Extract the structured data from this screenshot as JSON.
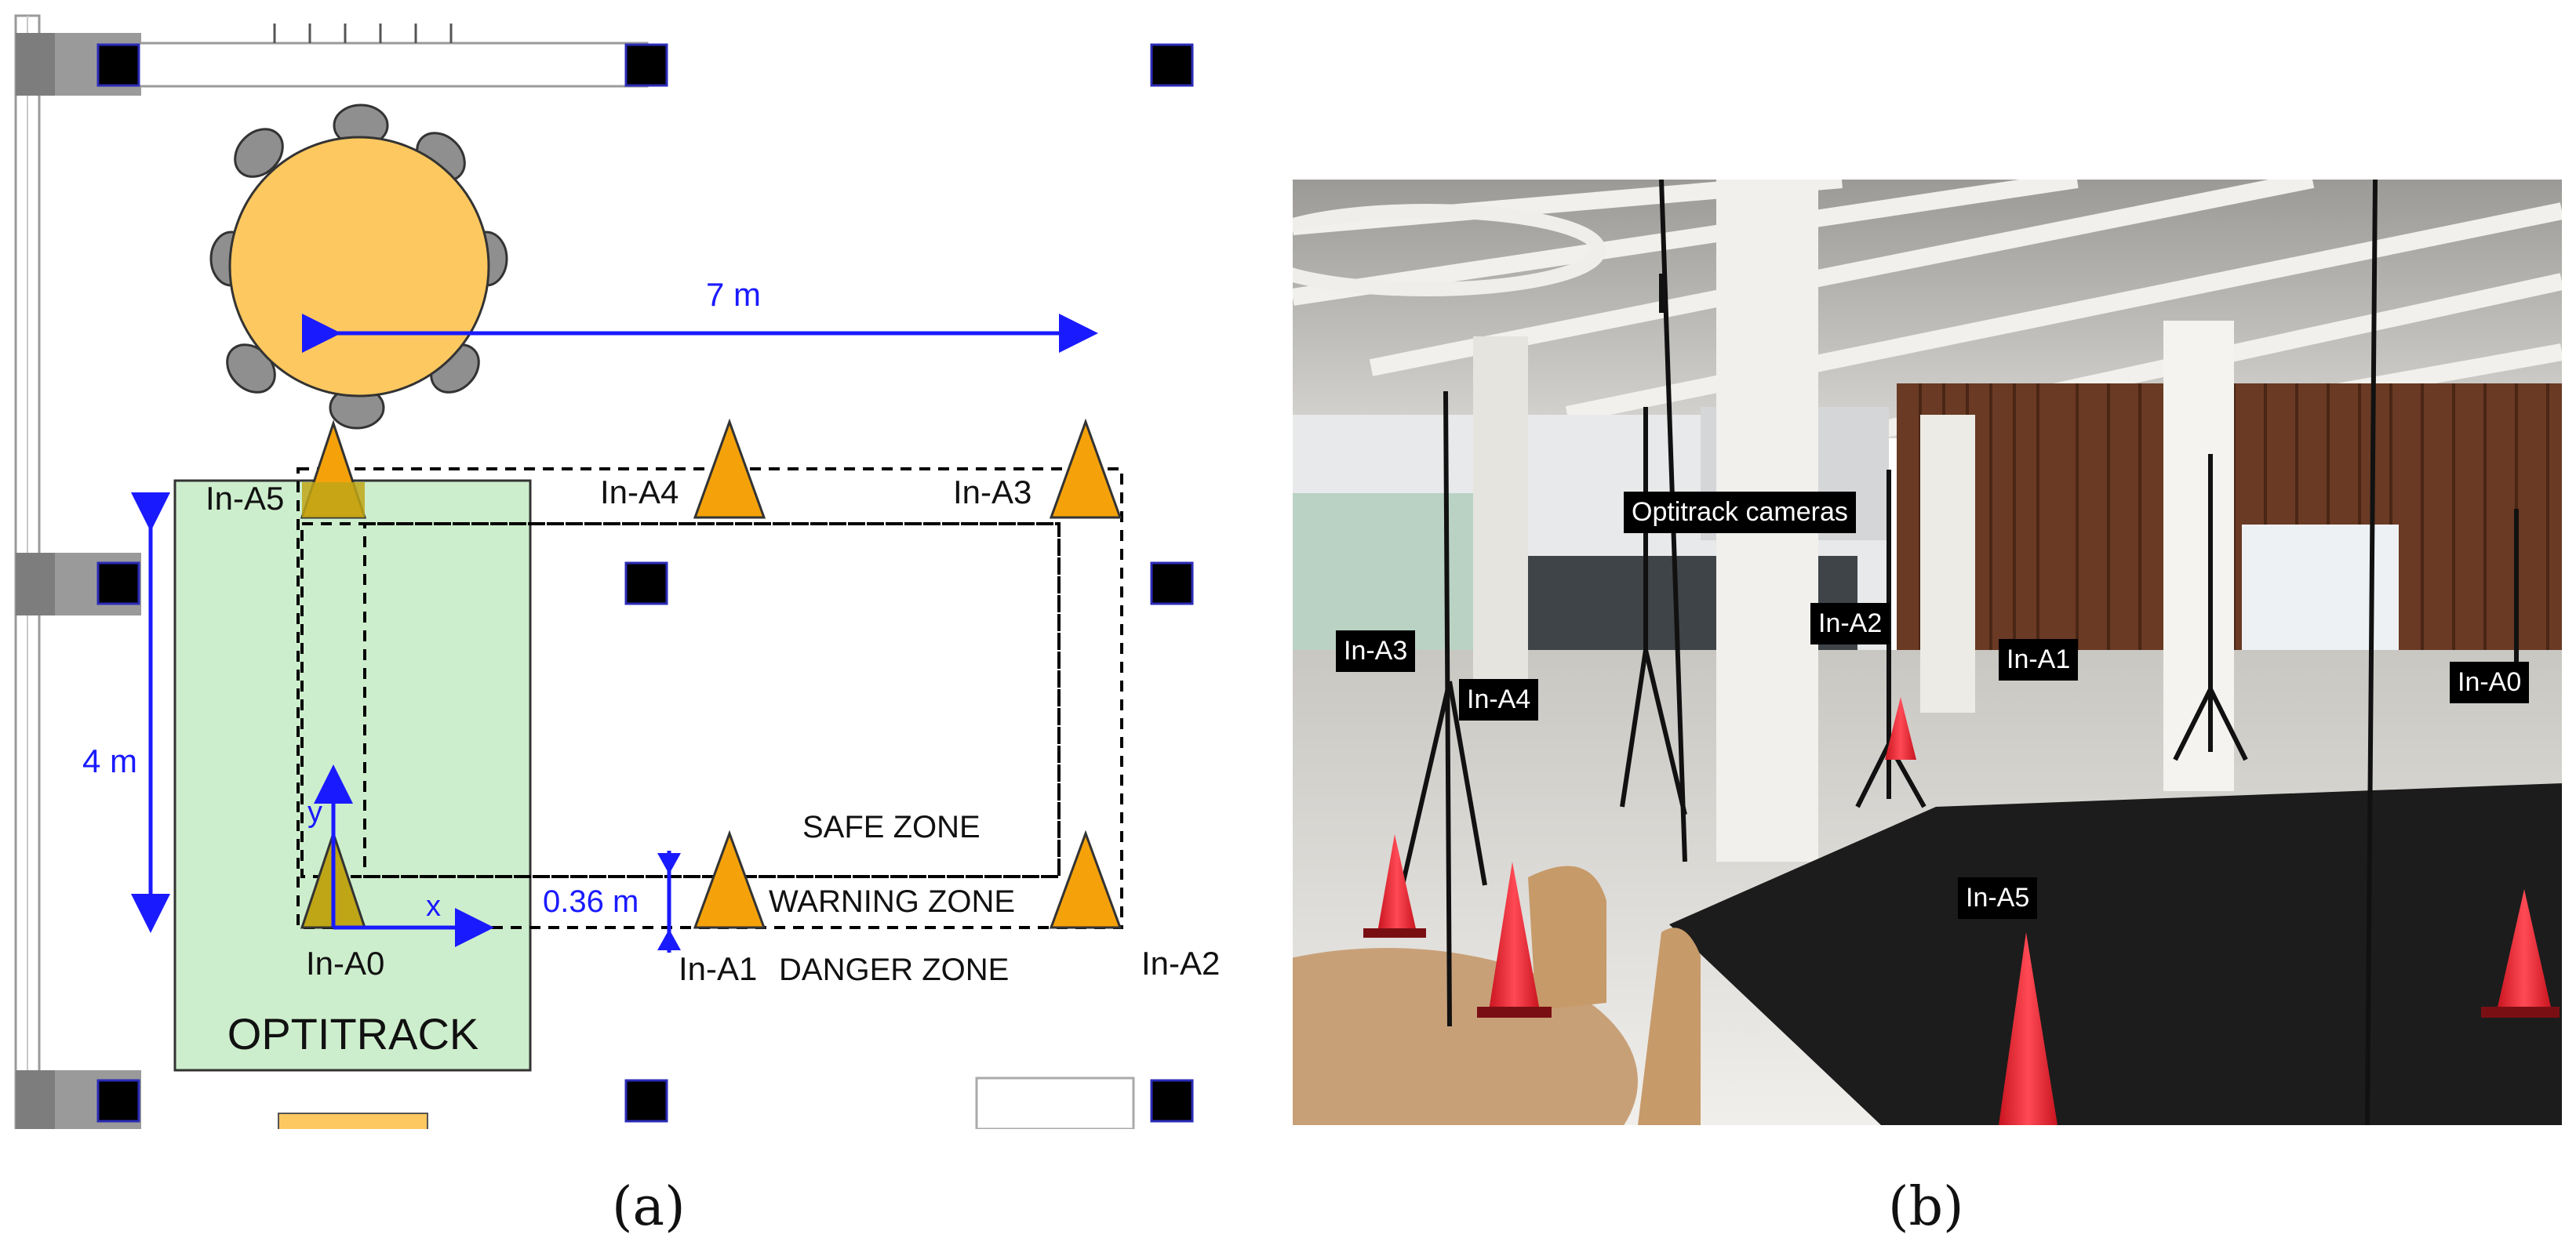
{
  "panel_a": {
    "caption": "(a)",
    "dimension_horizontal": "7 m",
    "dimension_vertical": "4 m",
    "dimension_gap": "0.36 m",
    "axis_x": "x",
    "axis_y": "y",
    "zone_safe": "SAFE ZONE",
    "zone_warning": "WARNING ZONE",
    "zone_danger": "DANGER ZONE",
    "optitrack_label": "OPTITRACK",
    "anchors": [
      "In-A0",
      "In-A1",
      "In-A2",
      "In-A3",
      "In-A4",
      "In-A5"
    ]
  },
  "panel_b": {
    "caption": "(b)",
    "labels": {
      "optitrack_cameras": "Optitrack cameras",
      "a0": "In-A0",
      "a1": "In-A1",
      "a2": "In-A2",
      "a3": "In-A3",
      "a4": "In-A4",
      "a5": "In-A5"
    }
  },
  "colors": {
    "anchor_fill": "#f5a20a",
    "optitrack_zone": "#cdeecd",
    "dimension_blue": "#1a1aff",
    "table_fill": "#fdc85f",
    "cone_red": "#ff2a3c"
  }
}
